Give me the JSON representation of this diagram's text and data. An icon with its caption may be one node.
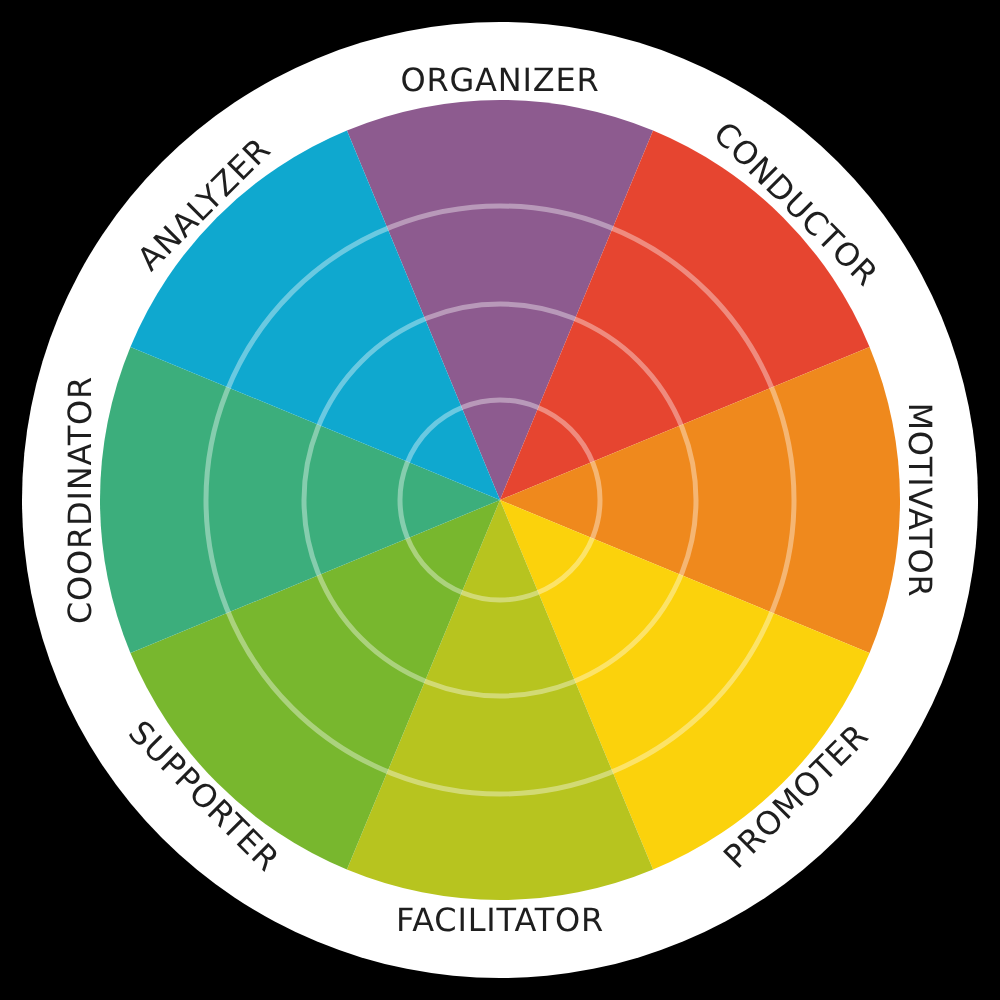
{
  "diagram": {
    "nodes": [
      {
        "text": [
          "ORGANIZER"
        ]
      },
      {
        "text": [
          "CONDUCTOR"
        ]
      },
      {
        "text": [
          "MOTIVATOR"
        ]
      },
      {
        "text": [
          "PROMOTER"
        ]
      },
      {
        "text": [
          "FACILITATOR"
        ]
      },
      {
        "text": [
          "SUPPORTER"
        ]
      },
      {
        "text": [
          "COORDINATOR"
        ]
      },
      {
        "text": [
          "ANALYZER"
        ]
      }
    ]
  }
}
